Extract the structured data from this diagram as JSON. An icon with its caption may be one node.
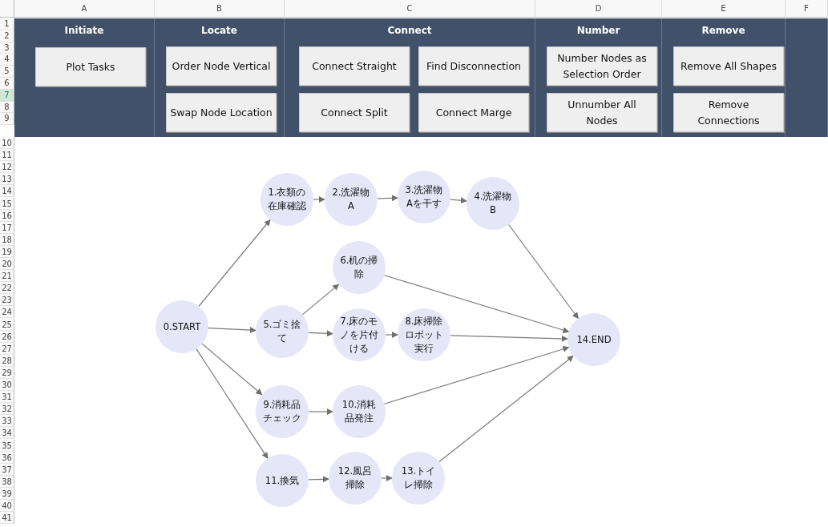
{
  "diagram": {
    "nodes": [
      {
        "text": [
          "Initiate"
        ]
      },
      {
        "text": [
          "Plot Tasks"
        ],
        "in": 0
      },
      {
        "text": [
          "Locate"
        ]
      },
      {
        "text": [
          "Order Node Vertical"
        ],
        "in": 2
      },
      {
        "text": [
          "Swap Node Location"
        ],
        "in": 2
      },
      {
        "text": [
          "Connect"
        ]
      },
      {
        "text": [
          "Connect Straight"
        ],
        "in": 5
      },
      {
        "text": [
          "Find Disconnection"
        ],
        "in": 5
      },
      {
        "text": [
          "Connect Split"
        ],
        "in": 5
      },
      {
        "text": [
          "Connect Marge"
        ],
        "in": 5
      },
      {
        "text": [
          "Number"
        ]
      },
      {
        "text": [
          "Number Nodes as Selection Order"
        ],
        "in": 10
      },
      {
        "text": [
          "Unnumber All Nodes"
        ],
        "in": 10
      },
      {
        "text": [
          "Remove"
        ]
      },
      {
        "text": [
          "Remove All Shapes"
        ],
        "in": 13
      },
      {
        "text": [
          "Remove Connections"
        ],
        "in": 13
      },
      {
        "text": [
          "0.START"
        ]
      },
      {
        "text": [
          "1.衣類の在庫確認"
        ]
      },
      {
        "text": [
          "2.洗濯物A"
        ]
      },
      {
        "text": [
          "3.洗濯物Aを干す"
        ]
      },
      {
        "text": [
          "4.洗濯物B"
        ]
      },
      {
        "text": [
          "5.ゴミ捨て"
        ]
      },
      {
        "text": [
          "6.机の掃除"
        ]
      },
      {
        "text": [
          "7.床のモノを片付ける"
        ]
      },
      {
        "text": [
          "8.床掃除ロボット実行"
        ]
      },
      {
        "text": [
          "9.消耗品チェック"
        ]
      },
      {
        "text": [
          "10.消耗品発注"
        ]
      },
      {
        "text": [
          "11.換気"
        ]
      },
      {
        "text": [
          "12.風呂掃除"
        ]
      },
      {
        "text": [
          "13.トイレ掃除"
        ]
      },
      {
        "text": [
          "14.END"
        ]
      }
    ],
    "edges": [
      {
        "from": 16,
        "to": 17,
        "arrow": "to"
      },
      {
        "from": 17,
        "to": 18,
        "arrow": "to"
      },
      {
        "from": 18,
        "to": 19,
        "arrow": "to"
      },
      {
        "from": 19,
        "to": 20,
        "arrow": "to"
      },
      {
        "from": 20,
        "to": 30,
        "arrow": "to"
      },
      {
        "from": 16,
        "to": 21,
        "arrow": "to"
      },
      {
        "from": 21,
        "to": 22,
        "arrow": "to"
      },
      {
        "from": 21,
        "to": 23,
        "arrow": "to"
      },
      {
        "from": 23,
        "to": 24,
        "arrow": "to"
      },
      {
        "from": 22,
        "to": 30,
        "arrow": "to"
      },
      {
        "from": 24,
        "to": 30,
        "arrow": "to"
      },
      {
        "from": 16,
        "to": 25,
        "arrow": "to"
      },
      {
        "from": 25,
        "to": 26,
        "arrow": "to"
      },
      {
        "from": 26,
        "to": 30,
        "arrow": "to"
      },
      {
        "from": 16,
        "to": 27,
        "arrow": "to"
      },
      {
        "from": 27,
        "to": 28,
        "arrow": "to"
      },
      {
        "from": 28,
        "to": 29,
        "arrow": "to"
      },
      {
        "from": 29,
        "to": 30,
        "arrow": "to"
      }
    ],
    "labels": [
      "A",
      "B",
      "C",
      "D",
      "E",
      "F",
      "1",
      "2",
      "3",
      "4",
      "5",
      "6",
      "7",
      "8",
      "9",
      "10",
      "11",
      "12",
      "13",
      "14",
      "15",
      "16",
      "17",
      "18",
      "19",
      "20",
      "21",
      "22",
      "23",
      "24",
      "25",
      "26",
      "27",
      "28",
      "29",
      "30",
      "31",
      "32",
      "33",
      "34",
      "35",
      "36",
      "37",
      "38",
      "39",
      "40",
      "41"
    ]
  }
}
